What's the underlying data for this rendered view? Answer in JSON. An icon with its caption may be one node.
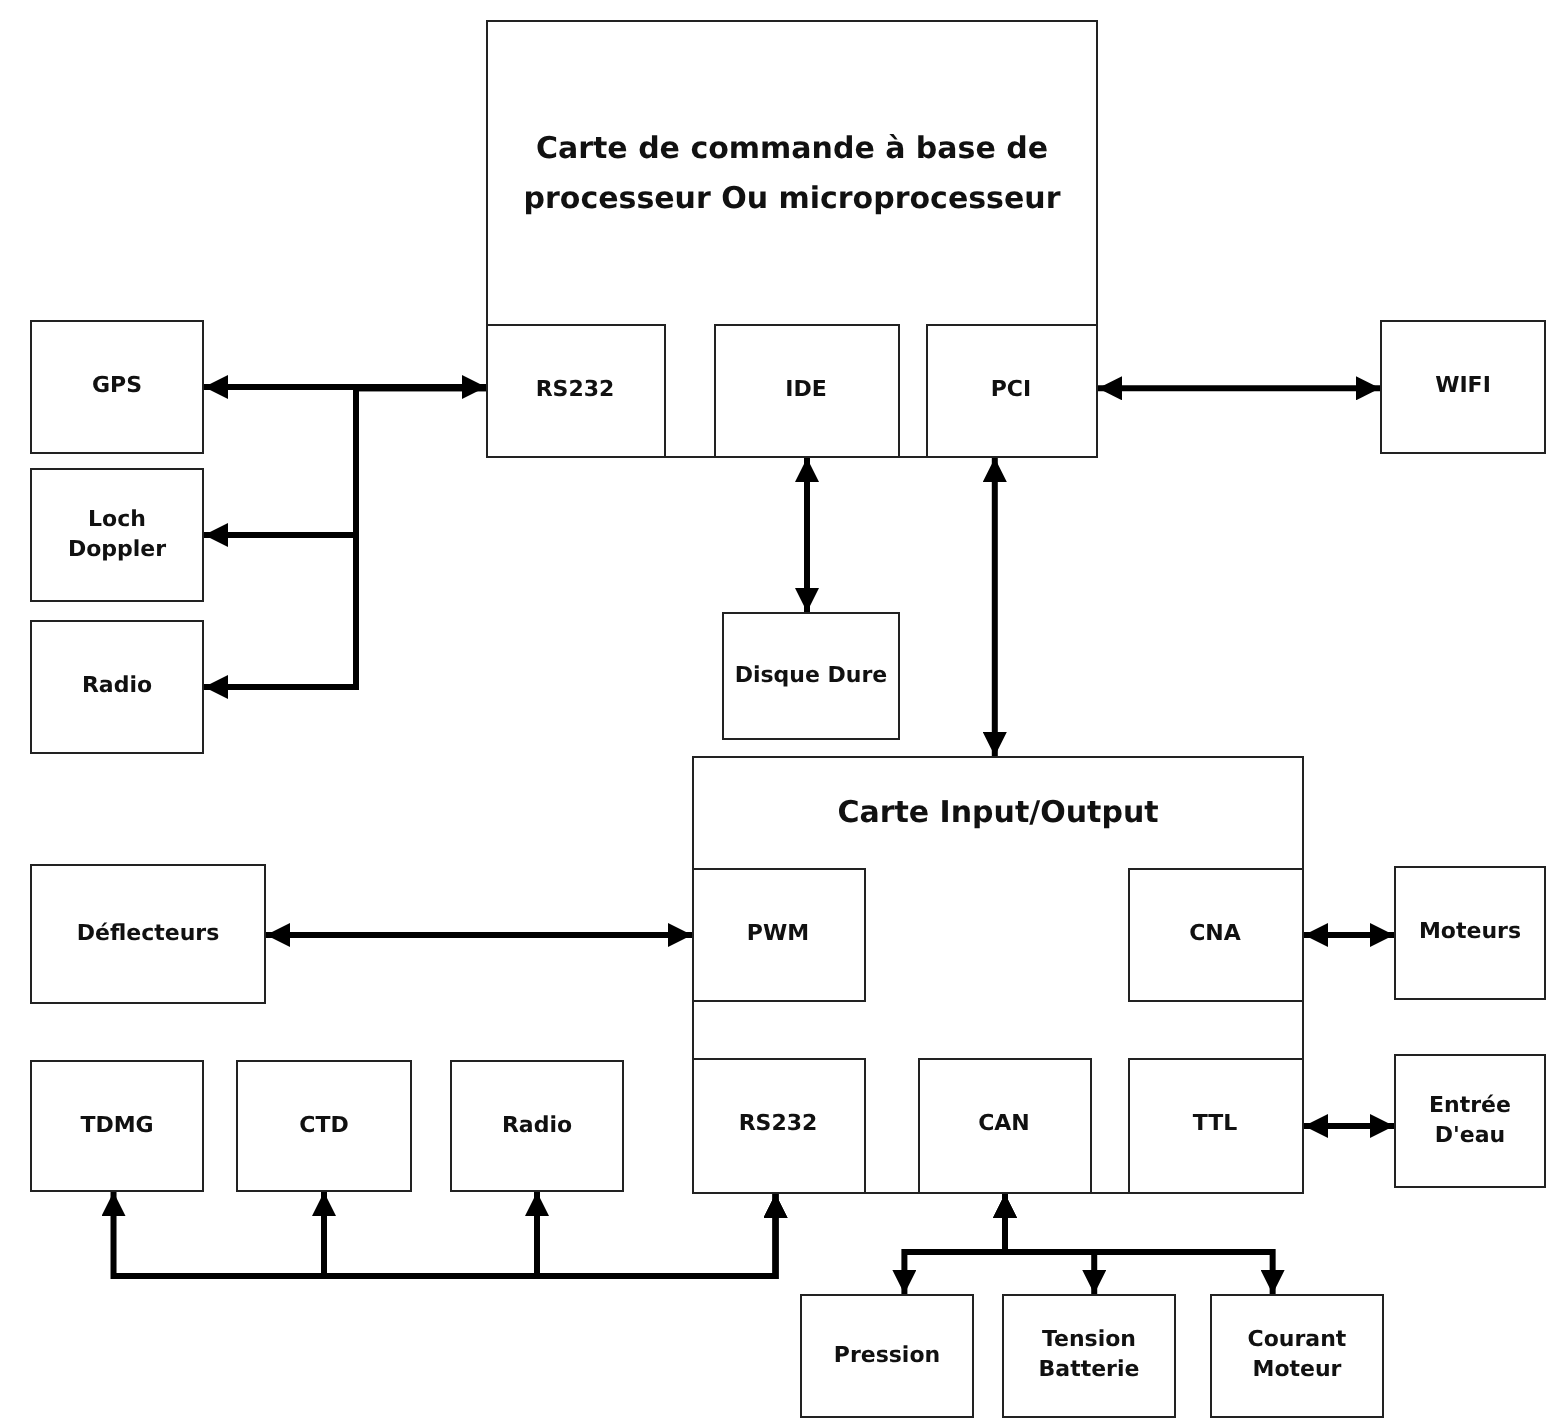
{
  "diagram": {
    "nodes": [
      {
        "text": [
          "Carte de commande à base de processeur Ou microprocesseur"
        ]
      },
      {
        "text": [
          "RS232"
        ],
        "in": 0
      },
      {
        "text": [
          "IDE"
        ],
        "in": 0
      },
      {
        "text": [
          "PCI"
        ],
        "in": 0
      },
      {
        "text": [
          "GPS"
        ]
      },
      {
        "text": [
          "Loch Doppler"
        ]
      },
      {
        "text": [
          "Radio"
        ]
      },
      {
        "text": [
          "WIFI"
        ]
      },
      {
        "text": [
          "Disque Dure"
        ]
      },
      {
        "text": [
          "Carte Input/Output"
        ]
      },
      {
        "text": [
          "PWM"
        ],
        "in": 9
      },
      {
        "text": [
          "CNA"
        ],
        "in": 9
      },
      {
        "text": [
          "RS232"
        ],
        "in": 9
      },
      {
        "text": [
          "CAN"
        ],
        "in": 9
      },
      {
        "text": [
          "TTL"
        ],
        "in": 9
      },
      {
        "text": [
          "Déflecteurs"
        ]
      },
      {
        "text": [
          "Moteurs"
        ]
      },
      {
        "text": [
          "Entrée D'eau"
        ]
      },
      {
        "text": [
          "TDMG"
        ]
      },
      {
        "text": [
          "CTD"
        ]
      },
      {
        "text": [
          "Radio"
        ]
      },
      {
        "text": [
          "Pression"
        ]
      },
      {
        "text": [
          "Tension Batterie"
        ]
      },
      {
        "text": [
          "Courant Moteur"
        ]
      }
    ],
    "edges": [
      {
        "from": 4,
        "to": 1,
        "arrow": "both"
      },
      {
        "from": 1,
        "to": 5,
        "arrow": "to"
      },
      {
        "from": 1,
        "to": 6,
        "arrow": "to"
      },
      {
        "from": 3,
        "to": 7,
        "arrow": "both"
      },
      {
        "from": 2,
        "to": 8,
        "arrow": "both"
      },
      {
        "from": 3,
        "to": 9,
        "arrow": "both"
      },
      {
        "from": 10,
        "to": 15,
        "arrow": "both"
      },
      {
        "from": 11,
        "to": 16,
        "arrow": "both"
      },
      {
        "from": 14,
        "to": 17,
        "arrow": "both"
      },
      {
        "from": 12,
        "to": 18,
        "arrow": "both"
      },
      {
        "from": 12,
        "to": 19,
        "arrow": "both"
      },
      {
        "from": 12,
        "to": 20,
        "arrow": "both"
      },
      {
        "from": 13,
        "to": 21,
        "arrow": "both"
      },
      {
        "from": 13,
        "to": 22,
        "arrow": "both"
      },
      {
        "from": 13,
        "to": 23,
        "arrow": "both"
      }
    ]
  }
}
